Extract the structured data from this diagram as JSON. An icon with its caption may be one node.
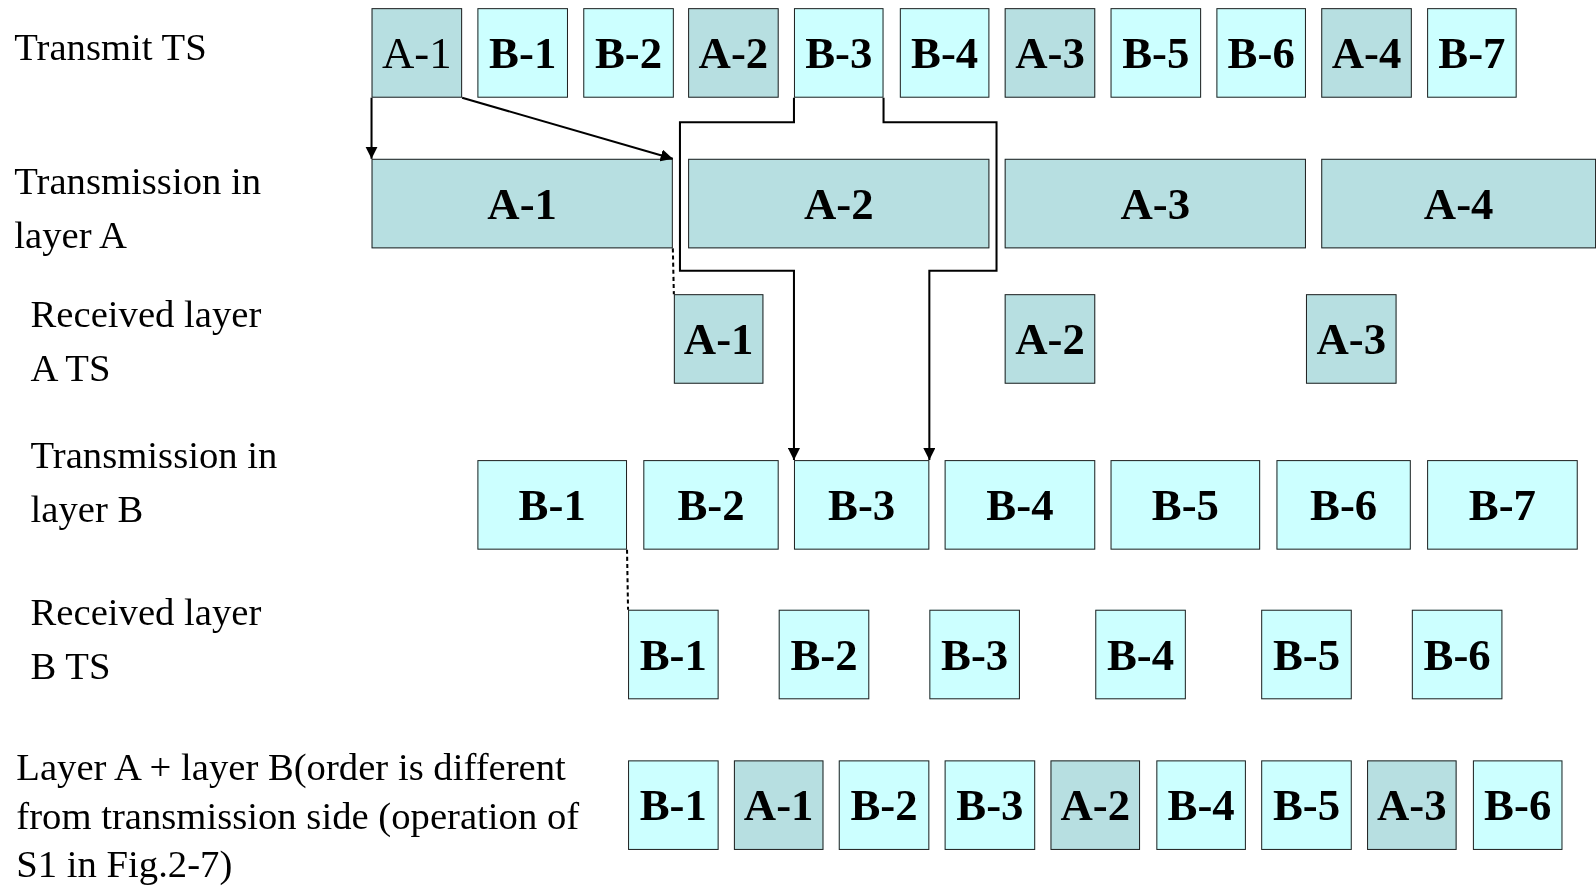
{
  "diagram": {
    "nodes": [
      {
        "text": [
          "A-1"
        ]
      },
      {
        "text": [
          "B-1"
        ]
      },
      {
        "text": [
          "B-2"
        ]
      },
      {
        "text": [
          "A-2"
        ]
      },
      {
        "text": [
          "B-3"
        ]
      },
      {
        "text": [
          "B-4"
        ]
      },
      {
        "text": [
          "A-3"
        ]
      },
      {
        "text": [
          "B-5"
        ]
      },
      {
        "text": [
          "B-6"
        ]
      },
      {
        "text": [
          "A-4"
        ]
      },
      {
        "text": [
          "B-7"
        ]
      },
      {
        "text": [
          "A-1"
        ]
      },
      {
        "text": [
          "A-2"
        ]
      },
      {
        "text": [
          "A-3"
        ]
      },
      {
        "text": [
          "A-4"
        ]
      },
      {
        "text": [
          "A-1"
        ]
      },
      {
        "text": [
          "A-2"
        ]
      },
      {
        "text": [
          "A-3"
        ]
      },
      {
        "text": [
          "B-1"
        ]
      },
      {
        "text": [
          "B-2"
        ]
      },
      {
        "text": [
          "B-3"
        ]
      },
      {
        "text": [
          "B-4"
        ]
      },
      {
        "text": [
          "B-5"
        ]
      },
      {
        "text": [
          "B-6"
        ]
      },
      {
        "text": [
          "B-7"
        ]
      },
      {
        "text": [
          "B-1"
        ]
      },
      {
        "text": [
          "B-2"
        ]
      },
      {
        "text": [
          "B-3"
        ]
      },
      {
        "text": [
          "B-4"
        ]
      },
      {
        "text": [
          "B-5"
        ]
      },
      {
        "text": [
          "B-6"
        ]
      },
      {
        "text": [
          "B-1"
        ]
      },
      {
        "text": [
          "A-1"
        ]
      },
      {
        "text": [
          "B-2"
        ]
      },
      {
        "text": [
          "B-3"
        ]
      },
      {
        "text": [
          "A-2"
        ]
      },
      {
        "text": [
          "B-4"
        ]
      },
      {
        "text": [
          "B-5"
        ]
      },
      {
        "text": [
          "A-3"
        ]
      },
      {
        "text": [
          "B-6"
        ]
      }
    ],
    "edges": [
      {
        "from": 0,
        "to": 11,
        "arrow": "to"
      },
      {
        "from": 0,
        "to": 11,
        "arrow": "to"
      },
      {
        "from": 4,
        "to": 20,
        "arrow": "to"
      },
      {
        "from": 4,
        "to": 20,
        "arrow": "to"
      },
      {
        "from": 11,
        "to": 15,
        "arrow": "none",
        "style": "dashed"
      },
      {
        "from": 18,
        "to": 25,
        "arrow": "none",
        "style": "dashed"
      }
    ],
    "labels": [
      "Transmit TS",
      "Transmission in layer A",
      "Received layer A TS",
      "Transmission in layer B",
      "Received layer B TS",
      "Layer A + layer B(order is different from transmission side (operation of S1 in Fig.2-7)"
    ]
  }
}
